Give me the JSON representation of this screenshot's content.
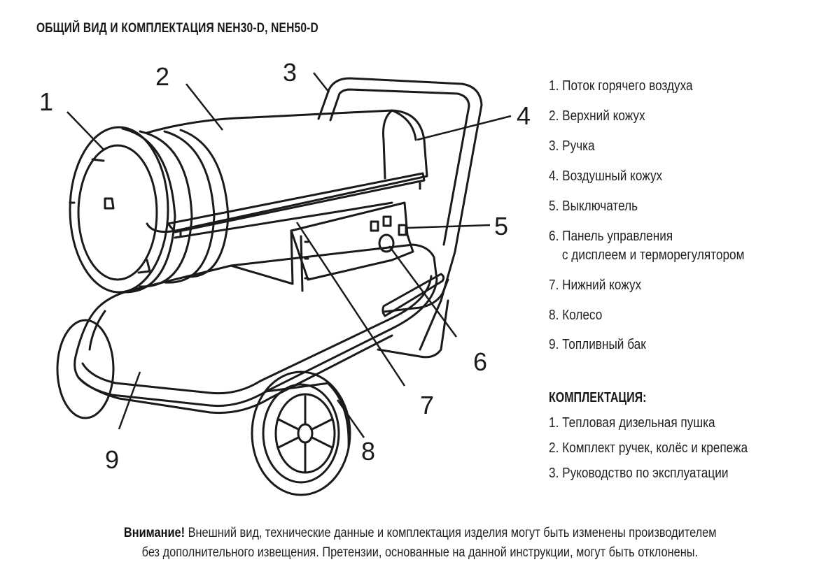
{
  "header": {
    "title": "ОБЩИЙ ВИД И КОМПЛЕКТАЦИЯ NEH30-D, NEH50-D"
  },
  "callouts": [
    "1",
    "2",
    "3",
    "4",
    "5",
    "6",
    "7",
    "8",
    "9"
  ],
  "parts": [
    {
      "line1": "1. Поток горячего воздуха"
    },
    {
      "line1": "2. Верхний кожух"
    },
    {
      "line1": "3. Ручка"
    },
    {
      "line1": "4. Воздушный кожух"
    },
    {
      "line1": "5. Выключатель"
    },
    {
      "line1": "6. Панель управления",
      "line2": "с дисплеем и терморегулятором"
    },
    {
      "line1": "7. Нижний кожух"
    },
    {
      "line1": "8. Колесо"
    },
    {
      "line1": "9. Топливный бак"
    }
  ],
  "kit": {
    "title": "КОМПЛЕКТАЦИЯ:",
    "items": [
      "1. Тепловая дизельная пушка",
      "2. Комплект ручек, колёс и крепежа",
      "3. Руководство по эксплуатации"
    ]
  },
  "notice": {
    "bold": "Внимание!",
    "line1": "Внешний вид, технические данные и комплектация изделия могут быть изменены производителем",
    "line2": "без дополнительного извещения. Претензии, основанные на данной инструкции, могут быть отклонены."
  }
}
